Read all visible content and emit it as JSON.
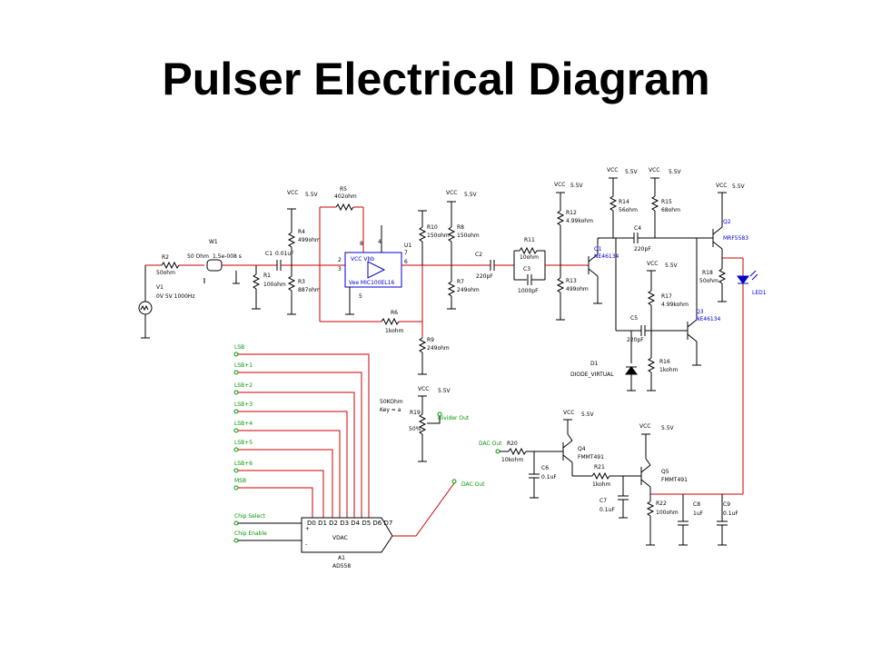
{
  "title": "Pulser Electrical Diagram",
  "colors": {
    "wire": "#000000",
    "signal_wire": "#cc0000",
    "component_blue": "#0000cc",
    "port_green": "#009900"
  },
  "labels": {
    "vcc": "VCC",
    "v55": "5.5V",
    "v1": "V1",
    "v1_val": "0V 5V 1000Hz",
    "r2": "R2",
    "r2_val": "50ohm",
    "w1": "W1",
    "w1_val1": "50 Ohm",
    "w1_val2": "1.5e-008 s",
    "c1": "C1",
    "c1_val": "0.01uF",
    "r1": "R1",
    "r1_val": "100ohm",
    "r4": "R4",
    "r4_val": "499ohm",
    "r3": "R3",
    "r3_val": "887ohm",
    "r5": "R5",
    "r5_val": "402ohm",
    "u1": "U1",
    "u1_part": "Vee MIC100EL16",
    "u1_vccvbb": "VCC Vbb",
    "pin8": "8",
    "pin4": "4",
    "pin7": "7",
    "pin2": "2",
    "pin3": "3",
    "pin6": "6",
    "pin5": "5",
    "r10": "R10",
    "r10_val": "150ohm",
    "r8": "R8",
    "r8_val": "150ohm",
    "r7": "R7",
    "r7_val": "249ohm",
    "r6": "R6",
    "r6_val": "1kohm",
    "r9": "R9",
    "r9_val": "249ohm",
    "c2": "C2",
    "c2_val": "220pF",
    "r11": "R11",
    "r11_val": "10ohm",
    "c3": "C3",
    "c3_val": "1000pF",
    "r12": "R12",
    "r12_val": "4.99kohm",
    "r13": "R13",
    "r13_val": "499ohm",
    "q1": "Q1",
    "q1_part": "NE46134",
    "r14": "R14",
    "r14_val": "56ohm",
    "r15": "R15",
    "r15_val": "68ohm",
    "c4": "C4",
    "c4_val": "220pF",
    "q2": "Q2",
    "q2_part": "MRF5583",
    "r18": "R18",
    "r18_val": "50ohm",
    "led1": "LED1",
    "r17": "R17",
    "r17_val": "4.99kohm",
    "c5": "C5",
    "c5_val": "220pF",
    "q3": "Q3",
    "q3_part": "NE46134",
    "d1": "D1",
    "d1_part": "DIODE_VIRTUAL",
    "r16": "R16",
    "r16_val": "1kohm",
    "lsb": "LSB",
    "lsb1": "LSB+1",
    "lsb2": "LSB+2",
    "lsb3": "LSB+3",
    "lsb4": "LSB+4",
    "lsb5": "LSB+5",
    "lsb6": "LSB+6",
    "msb": "MSB",
    "chip_select": "Chip Select",
    "chip_enable": "Chip Enable",
    "r19": "R19",
    "r19_val": "50KOhm",
    "r19_key": "Key = a",
    "r19_pct": "50%",
    "divider_out": "Divider Out",
    "dac_out": "DAC Out",
    "dac_out_in": "DAC Out",
    "r20": "R20",
    "r20_val": "10kohm",
    "c6": "C6",
    "c6_val": "0.1uF",
    "q4": "Q4",
    "q4_part": "FMMT491",
    "r21": "R21",
    "r21_val": "1kohm",
    "c7": "C7",
    "c7_val": "0.1uF",
    "q5": "Q5",
    "q5_part": "FMMT491",
    "r22": "R22",
    "r22_val": "100ohm",
    "c8": "C8",
    "c8_val": "1uF",
    "c9": "C9",
    "c9_val": "0.1uF",
    "dac_pins": "D0 D1 D2 D3 D4 D5 D6 D7",
    "dac_name": "VDAC",
    "a1": "A1",
    "a1_part": "AD558",
    "plus": "+",
    "minus": "-"
  }
}
